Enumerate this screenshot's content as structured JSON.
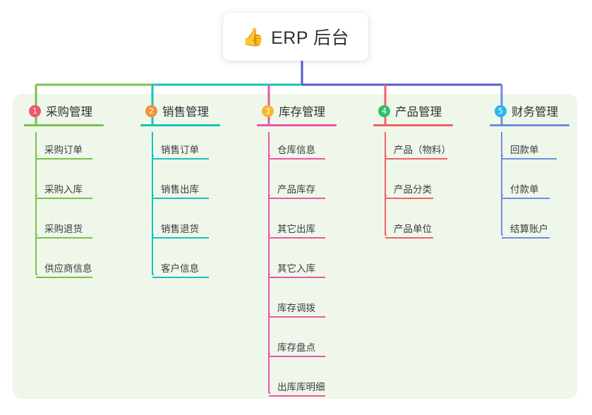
{
  "root": {
    "icon": "thumbs-up-icon",
    "emoji": "👍",
    "title": "ERP 后台"
  },
  "theme": {
    "panel_bg": "#eef7e9",
    "card_bg": "#ffffff",
    "text": "#2f3136",
    "root_connector": "#5359cf"
  },
  "columns": [
    {
      "number": "1",
      "title": "采购管理",
      "badge_color": "#f2556a",
      "line_color": "#7cc04b",
      "items": [
        {
          "label": "采购订单"
        },
        {
          "label": "采购入库"
        },
        {
          "label": "采购退货"
        },
        {
          "label": "供应商信息"
        }
      ]
    },
    {
      "number": "2",
      "title": "销售管理",
      "badge_color": "#f2903c",
      "line_color": "#16c3ba",
      "items": [
        {
          "label": "销售订单"
        },
        {
          "label": "销售出库"
        },
        {
          "label": "销售退货"
        },
        {
          "label": "客户信息"
        }
      ]
    },
    {
      "number": "3",
      "title": "库存管理",
      "badge_color": "#f6b731",
      "line_color": "#ee55a4",
      "items": [
        {
          "label": "仓库信息"
        },
        {
          "label": "产品库存"
        },
        {
          "label": "其它出库"
        },
        {
          "label": "其它入库"
        },
        {
          "label": "库存调拨"
        },
        {
          "label": "库存盘点"
        },
        {
          "label": "出库库明细"
        }
      ]
    },
    {
      "number": "4",
      "title": "产品管理",
      "badge_color": "#2ec06a",
      "line_color": "#f2606a",
      "items": [
        {
          "label": "产品（物料）"
        },
        {
          "label": "产品分类"
        },
        {
          "label": "产品单位"
        }
      ]
    },
    {
      "number": "5",
      "title": "财务管理",
      "badge_color": "#29b6f0",
      "line_color": "#6f8ce0",
      "items": [
        {
          "label": "回款单"
        },
        {
          "label": "付款单"
        },
        {
          "label": "结算账户"
        }
      ]
    }
  ]
}
